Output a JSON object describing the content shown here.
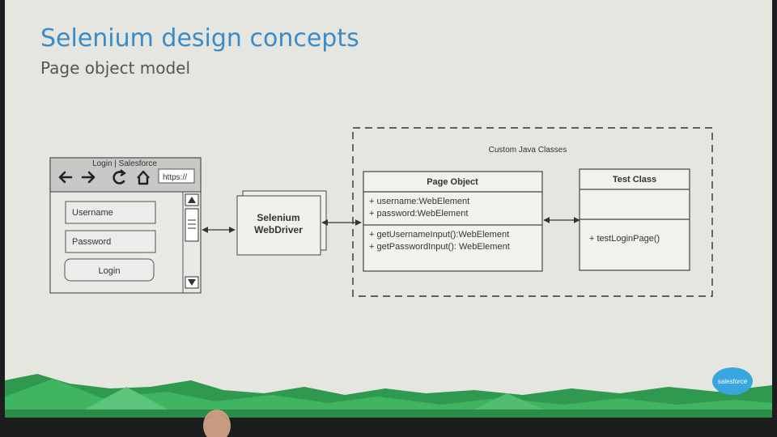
{
  "slide": {
    "title": "Selenium design concepts",
    "subtitle": "Page object model"
  },
  "browser": {
    "title": "Login | Salesforce",
    "url": "https://",
    "username_field": "Username",
    "password_field": "Password",
    "login_button": "Login"
  },
  "webdriver": {
    "line1": "Selenium",
    "line2": "WebDriver"
  },
  "group_label": "Custom Java Classes",
  "page_object": {
    "title": "Page Object",
    "attributes": [
      "+ username:WebElement",
      "+ password:WebElement"
    ],
    "methods": [
      "+ getUsernameInput():WebElement",
      "+ getPasswordInput(): WebElement"
    ]
  },
  "test_class": {
    "title": "Test Class",
    "methods": [
      "+ testLoginPage()"
    ]
  },
  "logo": "salesforce",
  "colors": {
    "title": "#3a8bc9",
    "background": "#e6e6e1",
    "hills": "#3aa85a",
    "logo": "#3aa6e0"
  }
}
